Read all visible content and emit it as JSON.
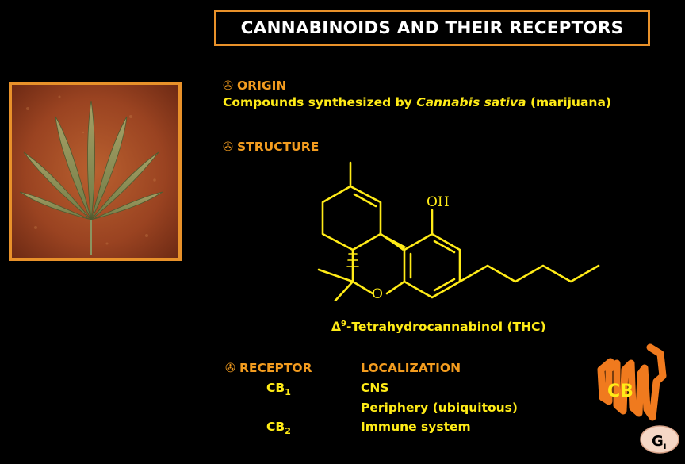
{
  "title": "CANNABINOIDS AND THEIR RECEPTORS",
  "sections": {
    "bullet_symbol": "✇",
    "origin_heading": "ORIGIN",
    "origin_text_prefix": "Compounds synthesized by ",
    "origin_text_italic": "Cannabis sativa",
    "origin_text_suffix": " (marijuana)",
    "structure_heading": "STRUCTURE"
  },
  "molecule": {
    "oh_label": "OH",
    "o_label": "O",
    "caption_delta": "Δ",
    "caption_sup": "9",
    "caption_rest": "-Tetrahydrocannabinol (THC)"
  },
  "table": {
    "receptor_heading": "RECEPTOR",
    "localization_heading": "LOCALIZATION",
    "rows": [
      {
        "receptor": "CB",
        "sub": "1",
        "localization": "CNS"
      },
      {
        "receptor": "",
        "sub": "",
        "localization": "Periphery (ubiquitous)"
      },
      {
        "receptor": "CB",
        "sub": "2",
        "localization": "Immune system"
      }
    ]
  },
  "receptor_figure": {
    "label": "CB",
    "g_label": "G",
    "g_sub": "i"
  },
  "colors": {
    "background": "#000000",
    "accent_orange": "#E8912A",
    "heading_orange": "#F39C1F",
    "text_yellow": "#FFEB17",
    "receptor_orange": "#F07A1E"
  }
}
